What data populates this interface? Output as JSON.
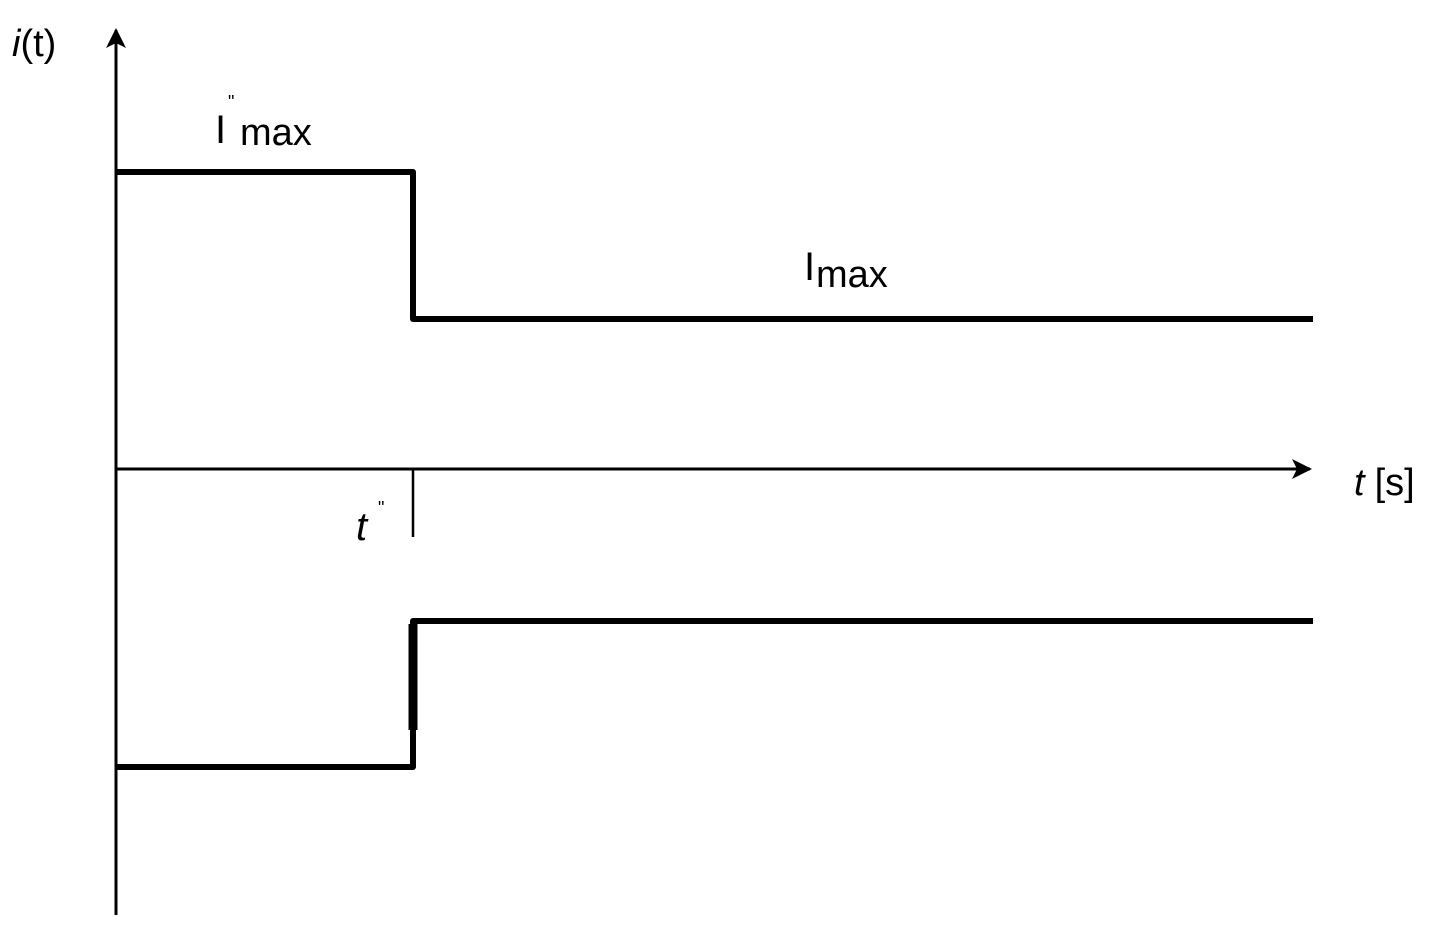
{
  "diagram": {
    "y_axis": {
      "symbol": "i",
      "argument": "(t)"
    },
    "x_axis": {
      "symbol": "t",
      "unit": "[s]"
    },
    "labels": {
      "subtransient_current": {
        "symbol": "I",
        "prime": "\"",
        "subscript": "max"
      },
      "steady_current": {
        "symbol": "I",
        "subscript": "max"
      },
      "switch_time": {
        "symbol": "t",
        "prime": "\""
      }
    },
    "colors": {
      "line": "#000000",
      "background": "#ffffff"
    }
  }
}
